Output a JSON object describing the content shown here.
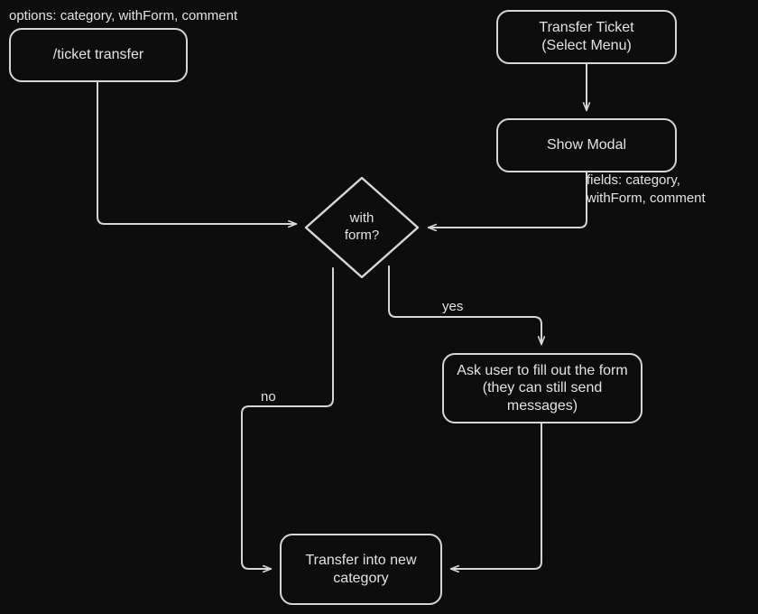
{
  "diagram": {
    "title": "Ticket transfer flow",
    "type": "flowchart",
    "background_color": "#0d0d0d",
    "stroke_color": "#d6d6d6",
    "text_color": "#e3e3e3"
  },
  "nodes": {
    "ticket_transfer_command": {
      "label": "/ticket transfer",
      "shape": "rounded-rect"
    },
    "transfer_ticket_select": {
      "label": "Transfer Ticket\n(Select Menu)",
      "shape": "rounded-rect"
    },
    "show_modal": {
      "label": "Show Modal",
      "shape": "rounded-rect"
    },
    "with_form_decision": {
      "label": "with\nform?",
      "shape": "diamond"
    },
    "ask_user_fill_form": {
      "label": "Ask user to fill out the form\n(they can still send\nmessages)",
      "shape": "rounded-rect"
    },
    "transfer_into_new_category": {
      "label": "Transfer into new\ncategory",
      "shape": "rounded-rect"
    }
  },
  "annotations": {
    "options_label": "options: category, withForm, comment",
    "fields_label": "fields: category,\nwithForm, comment"
  },
  "edge_labels": {
    "yes": "yes",
    "no": "no"
  },
  "edges": [
    {
      "from": "ticket_transfer_command",
      "to": "with_form_decision",
      "label": ""
    },
    {
      "from": "transfer_ticket_select",
      "to": "show_modal",
      "label": ""
    },
    {
      "from": "show_modal",
      "to": "with_form_decision",
      "label": ""
    },
    {
      "from": "with_form_decision",
      "to": "ask_user_fill_form",
      "label": "yes"
    },
    {
      "from": "with_form_decision",
      "to": "transfer_into_new_category",
      "label": "no"
    },
    {
      "from": "ask_user_fill_form",
      "to": "transfer_into_new_category",
      "label": ""
    }
  ]
}
